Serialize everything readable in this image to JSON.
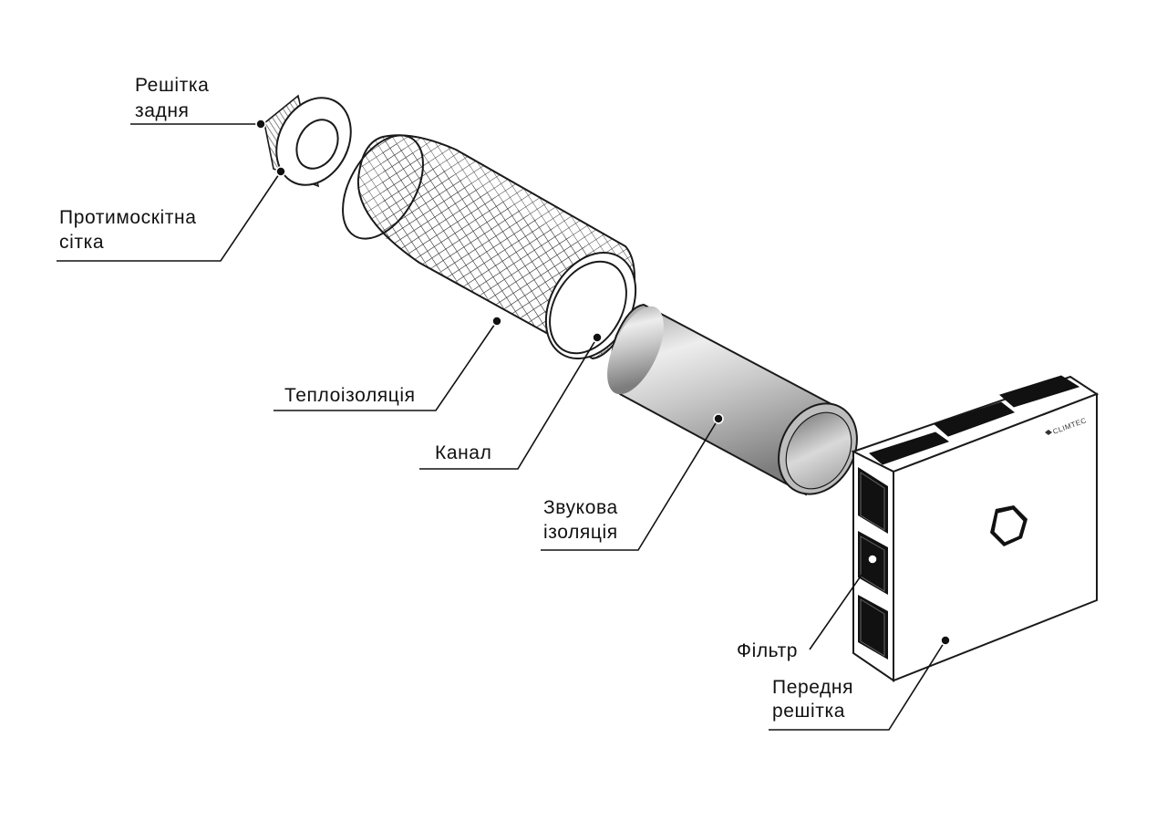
{
  "labels": {
    "rear_grille_l1": "Решітка",
    "rear_grille_l2": "задня",
    "mosquito_net_l1": "Протимоскітна",
    "mosquito_net_l2": "сітка",
    "thermal_insulation": "Теплоізоляція",
    "channel": "Канал",
    "sound_insulation_l1": "Звукова",
    "sound_insulation_l2": "ізоляція",
    "filter": "Фільтр",
    "front_grille_l1": "Передня",
    "front_grille_l2": "решітка"
  },
  "brand": "CLIMTEC",
  "colors": {
    "outline": "#1a1a1a",
    "black_fill": "#111111",
    "metal_light": "#e4e4e4",
    "metal_dark": "#8a8a8a"
  },
  "icons": {
    "logo": "climtec-logo-icon",
    "center_knob": "hexagon-knob-icon"
  }
}
